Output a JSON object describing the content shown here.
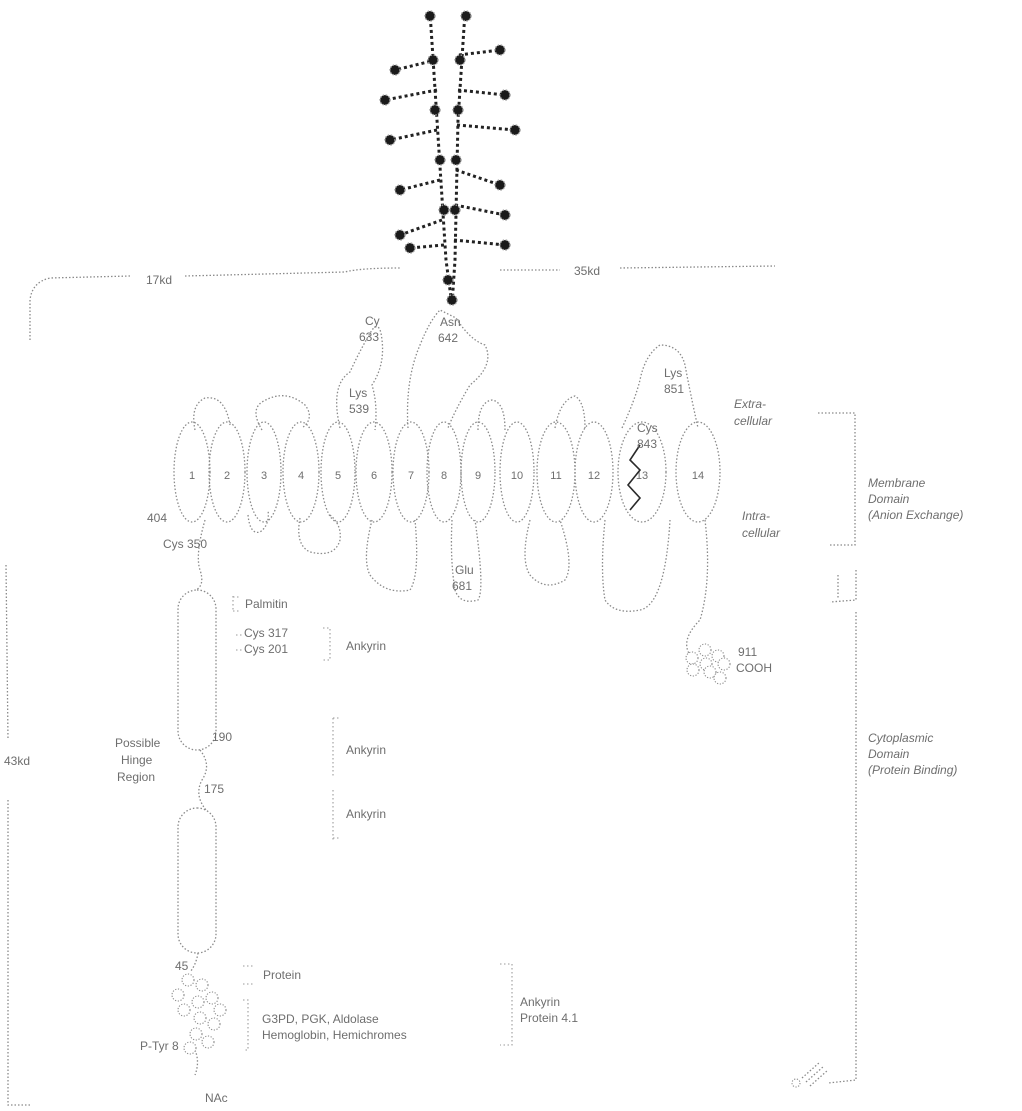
{
  "scale_labels": {
    "left_top": "17kd",
    "right_top": "35kd",
    "left_side": "43kd"
  },
  "residues": {
    "cys_633_a": "Cy",
    "cys_633_b": "633",
    "asn_642_a": "Asn",
    "asn_642_b": "642",
    "lys_539_a": "Lys",
    "lys_539_b": "539",
    "lys_851_a": "Lys",
    "lys_851_b": "851",
    "cys_843_a": "Cys",
    "cys_843_b": "843",
    "glu_681_a": "Glu",
    "glu_681_b": "681",
    "res_404": "404",
    "cys_350": "Cys 350",
    "cys_317": "Cys 317",
    "cys_201": "Cys 201",
    "res_190": "190",
    "res_175": "175",
    "res_45": "45",
    "p_tyr_8": "P-Tyr 8",
    "res_911": "911",
    "cooh": "COOH",
    "nac": "NAc"
  },
  "helices": [
    "1",
    "2",
    "3",
    "4",
    "5",
    "6",
    "7",
    "8",
    "9",
    "10",
    "11",
    "12",
    "13",
    "14"
  ],
  "region_labels": {
    "extracellular_a": "Extra-",
    "extracellular_b": "cellular",
    "intracellular_a": "Intra-",
    "intracellular_b": "cellular",
    "membrane_domain_a": "Membrane",
    "membrane_domain_b": "Domain",
    "membrane_domain_c": "(Anion Exchange)",
    "cyto_domain_a": "Cytoplasmic",
    "cyto_domain_b": "Domain",
    "cyto_domain_c": "(Protein Binding)",
    "hinge_a": "Possible",
    "hinge_b": "Hinge",
    "hinge_c": "Region"
  },
  "binding_labels": {
    "palmitoyl": "Palmitin",
    "ankyrin_1": "Ankyrin",
    "ankyrin_2": "Ankyrin",
    "ankyrin_3": "Ankyrin",
    "protein_4_2": "Protein",
    "ankyrin_protein41_a": "Ankyrin",
    "ankyrin_protein41_b": "Protein 4.1",
    "enzymes": "G3PD, PGK, Aldolase",
    "hemo": "Hemoglobin, Hemichromes"
  }
}
